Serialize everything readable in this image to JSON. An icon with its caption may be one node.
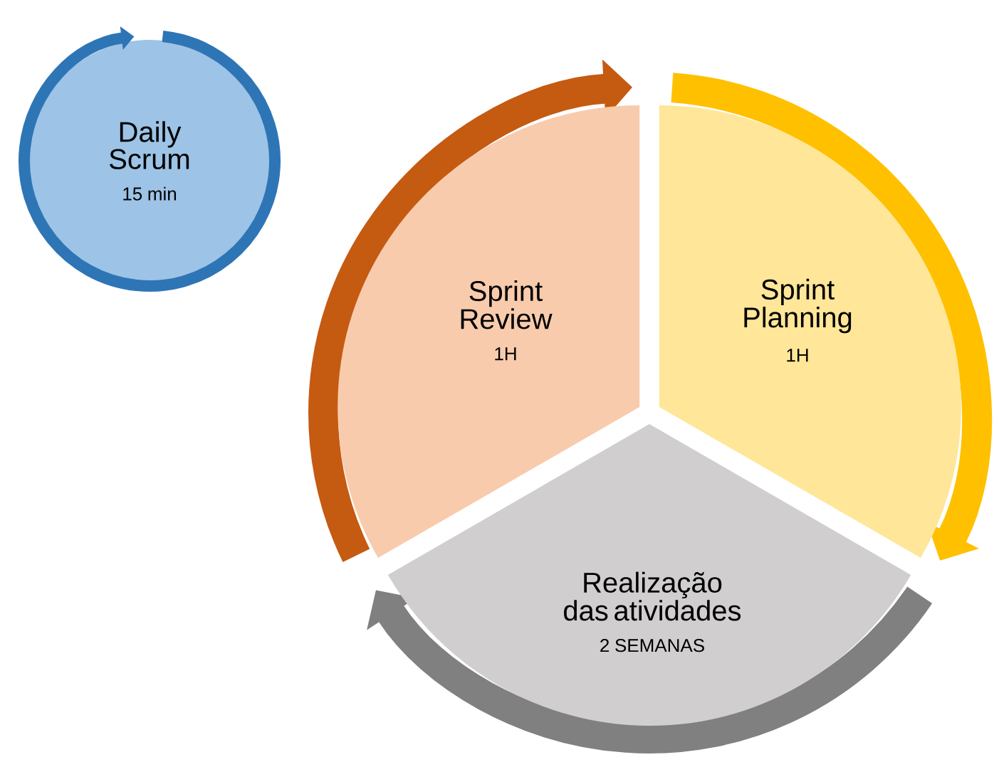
{
  "diagram": {
    "nodes": [
      {
        "text": [
          "Daily Scrum",
          "15 min"
        ]
      },
      {
        "text": [
          "Sprint Review",
          "1H"
        ]
      },
      {
        "text": [
          "Sprint Planning",
          "1H"
        ]
      },
      {
        "text": [
          "Realização das atividades",
          "2 SEMANAS"
        ]
      }
    ]
  }
}
